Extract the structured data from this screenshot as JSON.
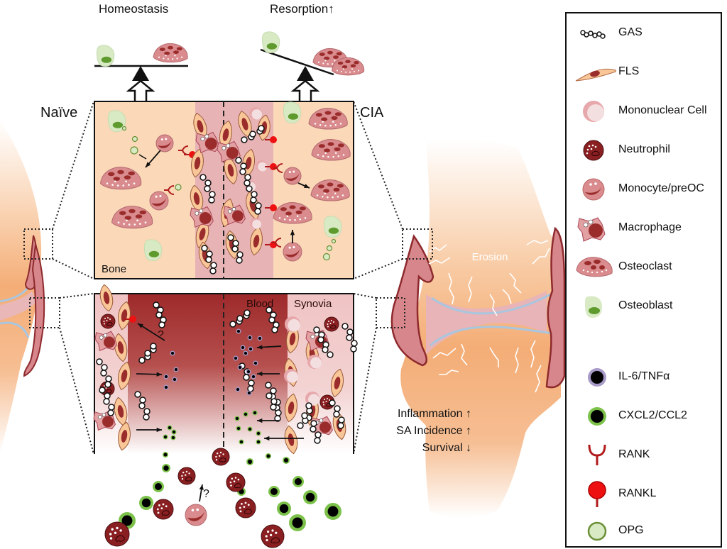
{
  "figure": {
    "top_labels": {
      "left": "Homeostasis",
      "right": "Resorption"
    },
    "condition_labels": {
      "left": "Naïve",
      "right": "CIA"
    },
    "region_labels": {
      "bone": "Bone",
      "blood": "Blood",
      "synovia": "Synovia",
      "erosion": "Erosion"
    },
    "question_mark": "?",
    "outcomes": [
      {
        "label": "Inflammation",
        "direction": "up"
      },
      {
        "label": "SA Incidence",
        "direction": "up"
      },
      {
        "label": "Survival",
        "direction": "down"
      }
    ],
    "colors": {
      "bone_fill": "#fad8b8",
      "blood_dark": "#9e2a2b",
      "synovia_fill": "#f2c4c4",
      "fls_fill": "#f9c797",
      "nucleus": "#9b2c2c",
      "osteoclast": "#d98b8e",
      "osteoblast": "#d8eac4",
      "osteoblast_nucleus": "#5f9a2e",
      "rankl_red": "#ee1111",
      "il6_ring": "#a89bc9",
      "cxcl_ring": "#7cc24a",
      "joint_orange": "#f6b07c",
      "capsule": "#d7868c",
      "cartilage_blue": "#a9c6df"
    }
  },
  "legend": {
    "items": [
      {
        "icon": "gas-chain-icon",
        "label": "GAS"
      },
      {
        "icon": "fls-cell-icon",
        "label": "FLS"
      },
      {
        "icon": "mononuclear-cell-icon",
        "label": "Mononuclear Cell"
      },
      {
        "icon": "neutrophil-icon",
        "label": "Neutrophil"
      },
      {
        "icon": "monocyte-icon",
        "label": "Monocyte/preOC"
      },
      {
        "icon": "macrophage-icon",
        "label": "Macrophage"
      },
      {
        "icon": "osteoclast-icon",
        "label": "Osteoclast"
      },
      {
        "icon": "osteoblast-icon",
        "label": "Osteoblast"
      },
      {
        "icon": "il6-tnfa-icon",
        "label": "IL-6/TNFα"
      },
      {
        "icon": "cxcl2-ccl2-icon",
        "label": "CXCL2/CCL2"
      },
      {
        "icon": "rank-receptor-icon",
        "label": "RANK"
      },
      {
        "icon": "rankl-ligand-icon",
        "label": "RANKL"
      },
      {
        "icon": "opg-icon",
        "label": "OPG"
      }
    ]
  }
}
